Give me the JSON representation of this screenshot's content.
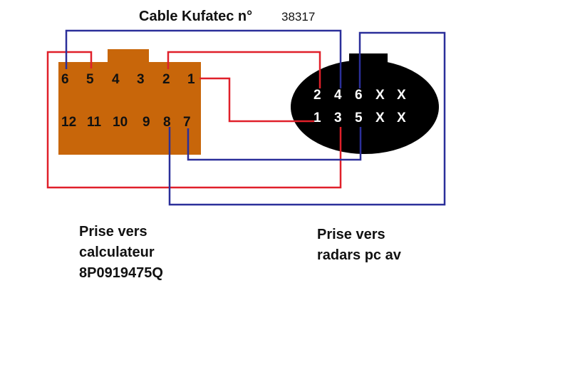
{
  "title": {
    "main": "Cable Kufatec n°",
    "number": "38317"
  },
  "connector_left": {
    "top_row": [
      "6",
      "5",
      "4",
      "3",
      "2",
      "1"
    ],
    "bottom_row": [
      "12",
      "11",
      "10",
      "9",
      "8",
      "7"
    ],
    "color": "#c8660a",
    "caption": [
      "Prise vers",
      "calculateur",
      "8P0919475Q"
    ]
  },
  "connector_right": {
    "top_row": [
      "2",
      "4",
      "6",
      "X",
      "X"
    ],
    "bottom_row": [
      "1",
      "3",
      "5",
      "X",
      "X"
    ],
    "color": "#000000",
    "caption": [
      "Prise vers",
      "radars pc av"
    ]
  },
  "wire_colors": {
    "red": "#e0202a",
    "blue": "#2b2f9a"
  }
}
